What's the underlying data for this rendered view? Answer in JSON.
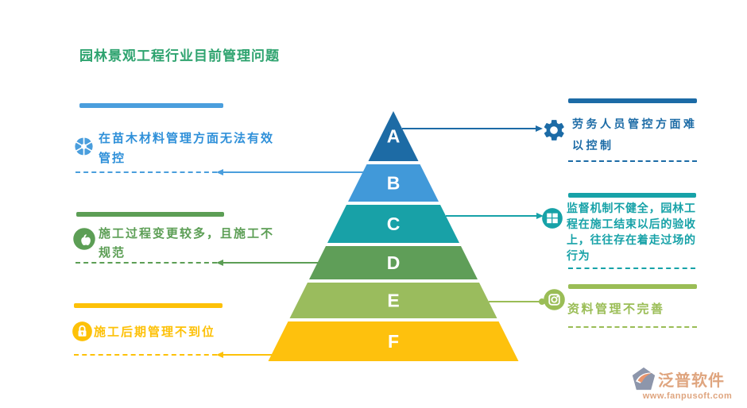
{
  "title": "园林景观工程行业目前管理问题",
  "left_problems": [
    {
      "text": "在苗木材料管理方面无法有效管控",
      "icon": "aperture-icon",
      "color": "#2F90D9",
      "bar_color": "#4A9EDD",
      "pyramid_level": "B"
    },
    {
      "text": "施工过程变更较多，且施工不规范",
      "icon": "apple-icon",
      "color": "#5C9E55",
      "bar_color": "#5C9E55",
      "pyramid_level": "D"
    },
    {
      "text": "施工后期管理不到位",
      "icon": "lock-icon",
      "color": "#FDC108",
      "bar_color": "#FDC108",
      "pyramid_level": "F"
    }
  ],
  "right_problems": [
    {
      "text": "劳务人员管控方面难以控制",
      "icon": "gear-icon",
      "color": "#1C6BA6",
      "bar_color": "#1C6BA6",
      "pyramid_level": "A"
    },
    {
      "text": "监督机制不健全，园林工程在施工结束以后的验收上，往往存在着走过场的行为",
      "icon": "windows-icon",
      "color": "#17A2A8",
      "bar_color": "#17A2A8",
      "pyramid_level": "C"
    },
    {
      "text": "资料管理不完善",
      "icon": "instagram-icon",
      "color": "#9ABD56",
      "bar_color": "#9ABD56",
      "pyramid_level": "E"
    }
  ],
  "chart_data": {
    "type": "pyramid",
    "title": "园林景观工程行业目前管理问题",
    "levels": [
      {
        "label": "A",
        "color": "#1D6BA5"
      },
      {
        "label": "B",
        "color": "#4199D9"
      },
      {
        "label": "C",
        "color": "#18A1A7"
      },
      {
        "label": "D",
        "color": "#5F9E58"
      },
      {
        "label": "E",
        "color": "#9ABC5D"
      },
      {
        "label": "F",
        "color": "#FEC10D"
      }
    ]
  },
  "footer": {
    "brand": "泛普软件",
    "url": "www.fanpusoft.com"
  }
}
